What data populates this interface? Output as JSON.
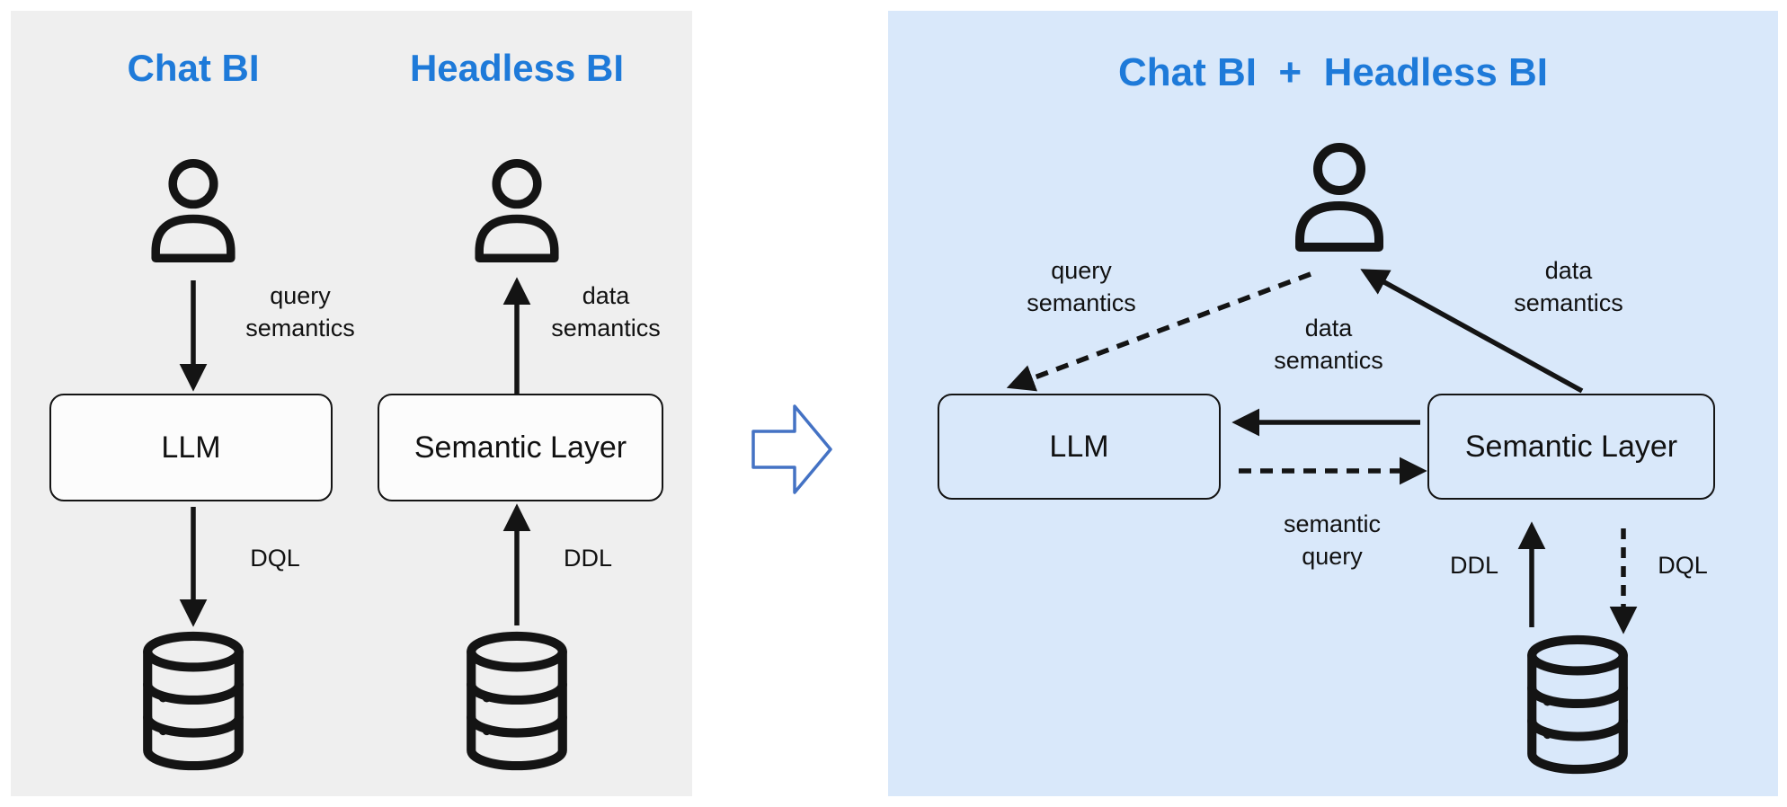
{
  "left_panel": {
    "chat": {
      "title": "Chat BI",
      "arrow1_label": "query semantics",
      "box_label": "LLM",
      "arrow2_label": "DQL"
    },
    "headless": {
      "title": "Headless BI",
      "arrow1_label": "data semantics",
      "box_label": "Semantic Layer",
      "arrow2_label": "DDL"
    }
  },
  "right_panel": {
    "title": "Chat BI  +  Headless BI",
    "llm_box_label": "LLM",
    "semantic_layer_box_label": "Semantic Layer",
    "query_semantics_label": "query semantics",
    "data_semantics_user_label": "data semantics",
    "data_semantics_llm_label": "data semantics",
    "semantic_query_label": "semantic query",
    "ddl_label": "DDL",
    "dql_label": "DQL"
  },
  "icons": {
    "user": "user-icon",
    "database": "database-icon",
    "transform": "right-block-arrow-icon"
  },
  "colors": {
    "title_blue": "#1e7ad9",
    "left_panel_bg": "#efefef",
    "right_panel_bg": "#d9e8fa",
    "line_color": "#141414",
    "transform_arrow_blue": "#4472c4"
  }
}
